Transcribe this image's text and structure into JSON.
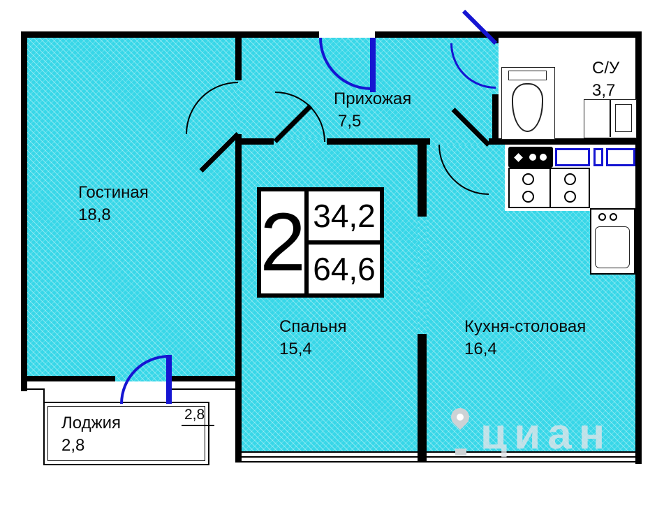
{
  "badge": {
    "rooms": "2",
    "area_living": "34,2",
    "area_total": "64,6"
  },
  "rooms": {
    "living": {
      "name": "Гостиная",
      "area": "18,8"
    },
    "hallway": {
      "name": "Прихожая",
      "area": "7,5"
    },
    "bathroom": {
      "name": "С/У",
      "area": "3,7"
    },
    "bedroom": {
      "name": "Спальня",
      "area": "15,4"
    },
    "kitchen": {
      "name": "Кухня-столовая",
      "area": "16,4"
    },
    "loggia": {
      "name": "Лоджия",
      "area": "2,8"
    }
  },
  "loggia_note": "2,8",
  "watermark": {
    "text": "циан"
  },
  "colors": {
    "floor": "#38d7e8",
    "wall": "#000000",
    "door": "#1515d2"
  }
}
